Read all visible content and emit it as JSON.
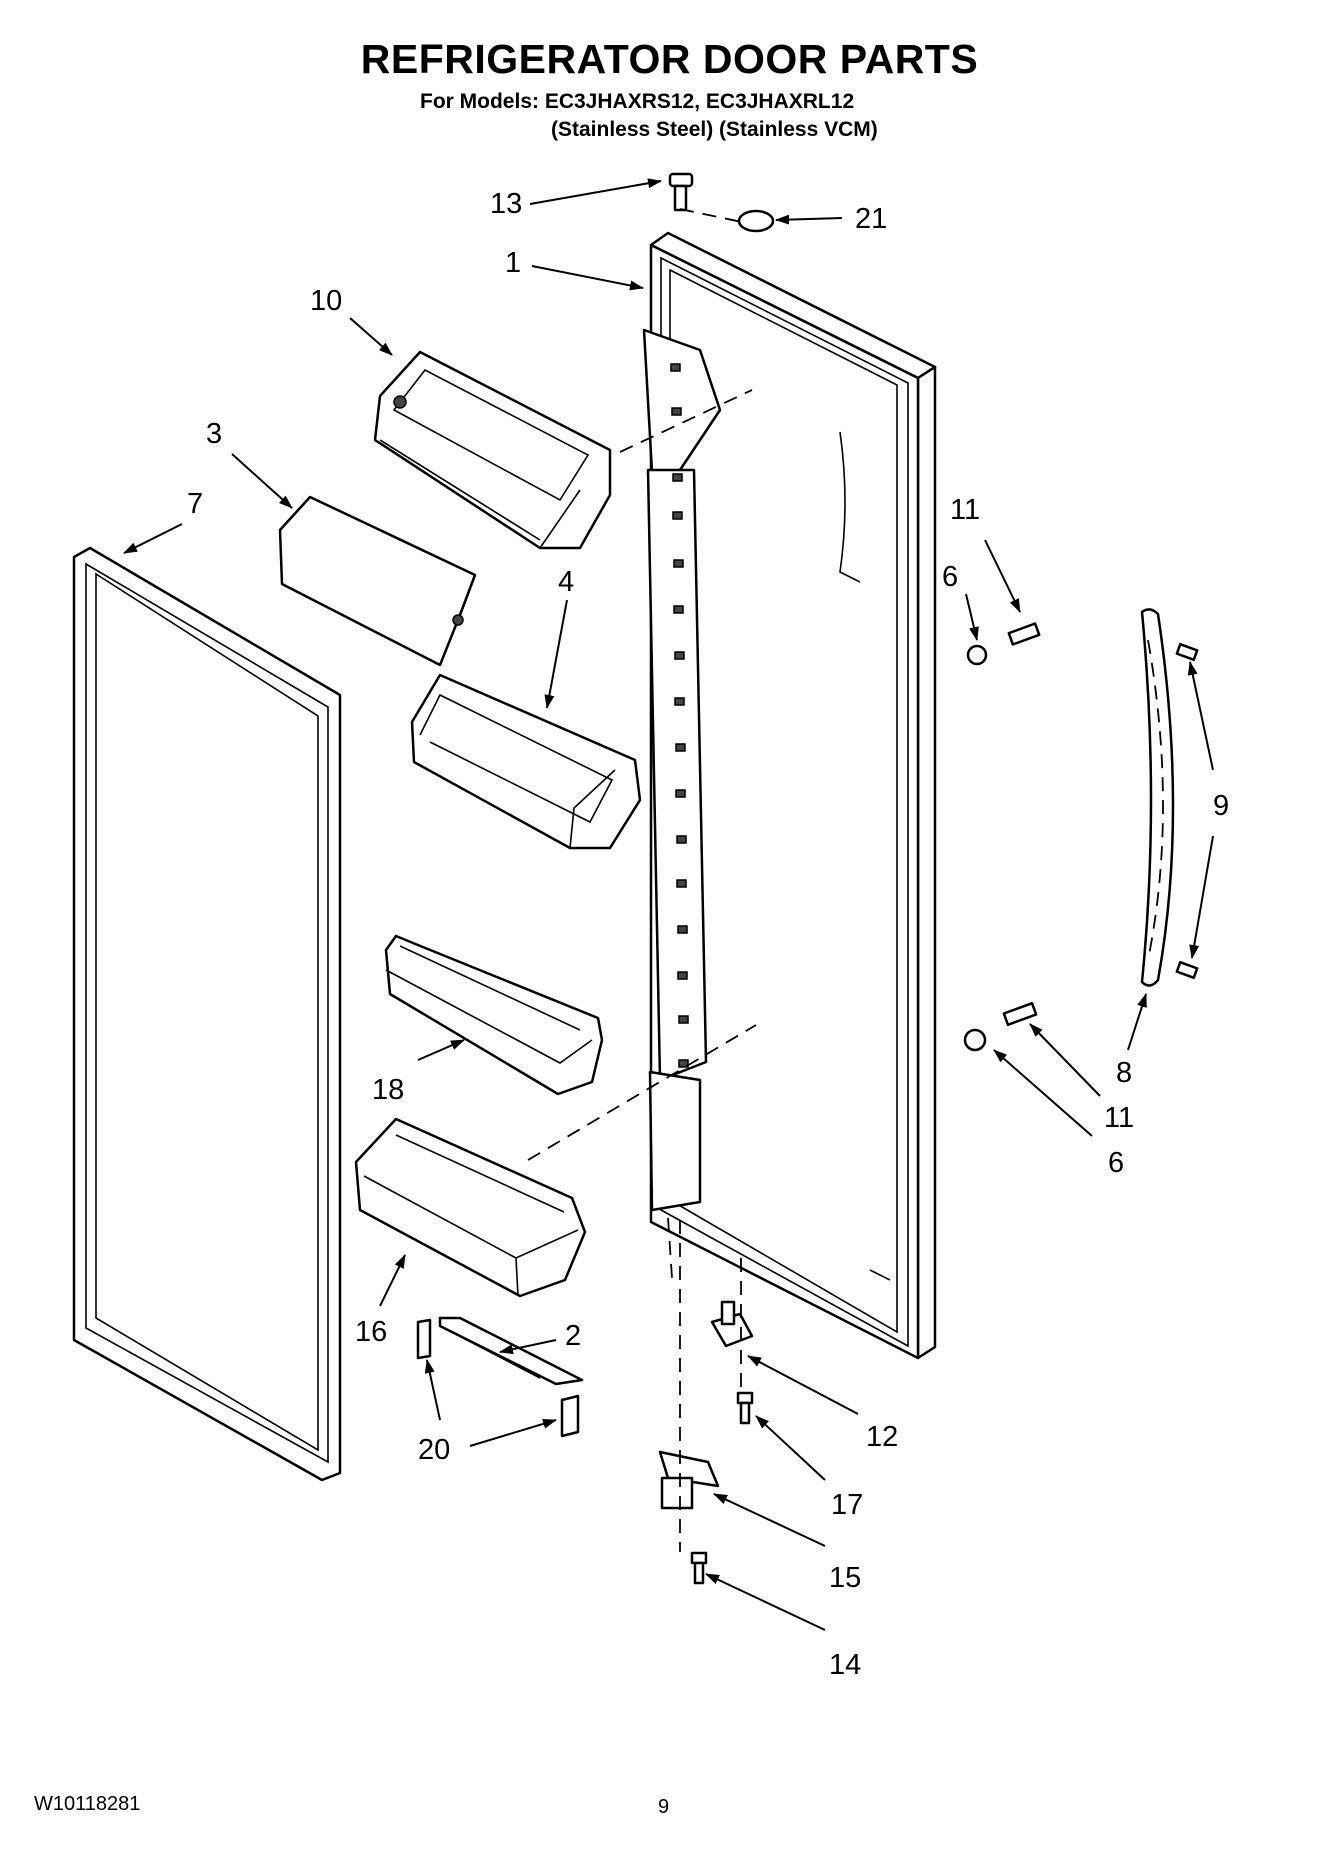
{
  "header": {
    "title": "REFRIGERATOR DOOR PARTS",
    "models_line": "For Models: EC3JHAXRS12, EC3JHAXRL12",
    "finish_line": "(Stainless Steel) (Stainless VCM)"
  },
  "footer": {
    "doc_number": "W10118281",
    "page_number": "9"
  },
  "callouts": {
    "door": "1",
    "shelf_rail": "2",
    "dairy_door": "3",
    "bin_4": "4",
    "gasket_end": "6",
    "gasket": "7",
    "handle": "8",
    "handle_screw": "9",
    "dairy_bin": "10",
    "handle_stud": "11",
    "hinge_pin": "12",
    "top_screw": "13",
    "hinge_screw": "14",
    "bottom_hinge": "15",
    "bin_16": "16",
    "pin_screw": "17",
    "bin_18": "18",
    "rail_clip": "20",
    "plug": "21"
  }
}
